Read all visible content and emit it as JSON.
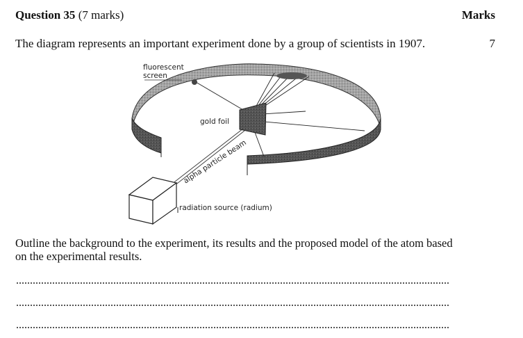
{
  "header": {
    "question_number": "Question 35",
    "marks_note": "(7 marks)",
    "marks_heading": "Marks",
    "marks_value": "7"
  },
  "intro": "The diagram represents an important experiment done by a group of scientists in 1907.",
  "diagram": {
    "labels": {
      "screen": [
        "fluorescent",
        "screen"
      ],
      "foil": "gold foil",
      "beam": "alpha particle beam",
      "source": "radiation source (radium)"
    },
    "colors": {
      "screen": "#9a9a9a",
      "screen_dark": "#555555",
      "foil": "#7d7d7d"
    }
  },
  "task": "Outline the background to the experiment, its results and the proposed model of the atom based on the experimental results.",
  "answer_lines": 3
}
